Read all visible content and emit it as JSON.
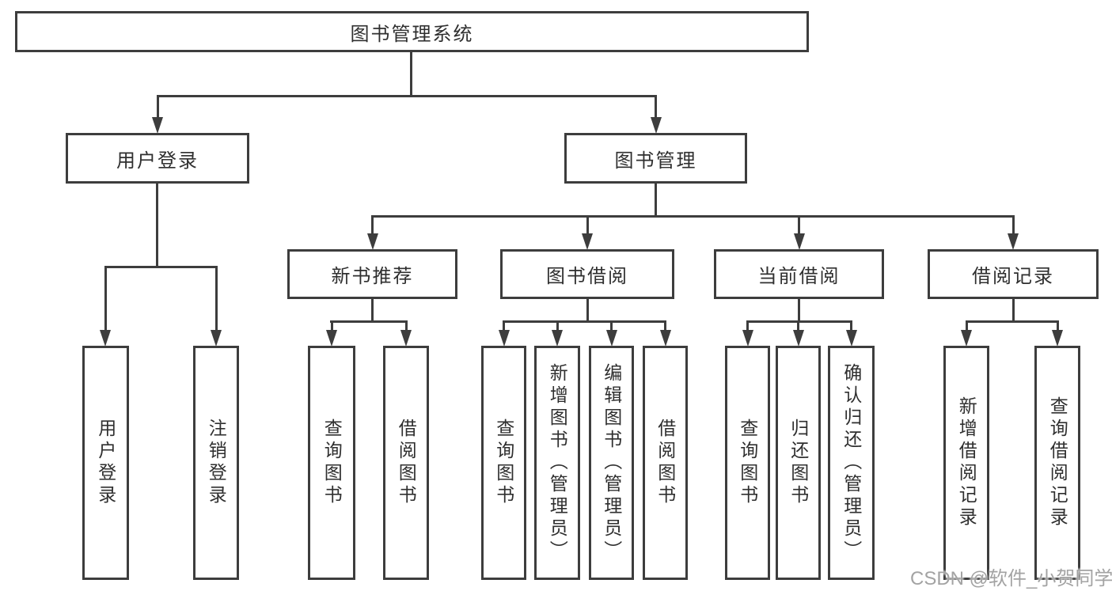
{
  "diagram": {
    "root": "图书管理系统",
    "login": {
      "label": "用户登录",
      "children": [
        "用户登录",
        "注销登录"
      ]
    },
    "mgmt": {
      "label": "图书管理",
      "sections": [
        {
          "label": "新书推荐",
          "children": [
            "查询图书",
            "借阅图书"
          ]
        },
        {
          "label": "图书借阅",
          "children": [
            "查询图书",
            "新增图书（管理员）",
            "编辑图书（管理员）",
            "借阅图书"
          ]
        },
        {
          "label": "当前借阅",
          "children": [
            "查询图书",
            "归还图书",
            "确认归还（管理员）"
          ]
        },
        {
          "label": "借阅记录",
          "children": [
            "新增借阅记录",
            "查询借阅记录"
          ]
        }
      ]
    }
  },
  "watermark": {
    "text": "CSDN @软件_小贺同学"
  },
  "colors": {
    "line": "#3d3d3d",
    "text": "#2f2f2f",
    "background": "#ffffff",
    "watermark": "#a3a3a3"
  }
}
